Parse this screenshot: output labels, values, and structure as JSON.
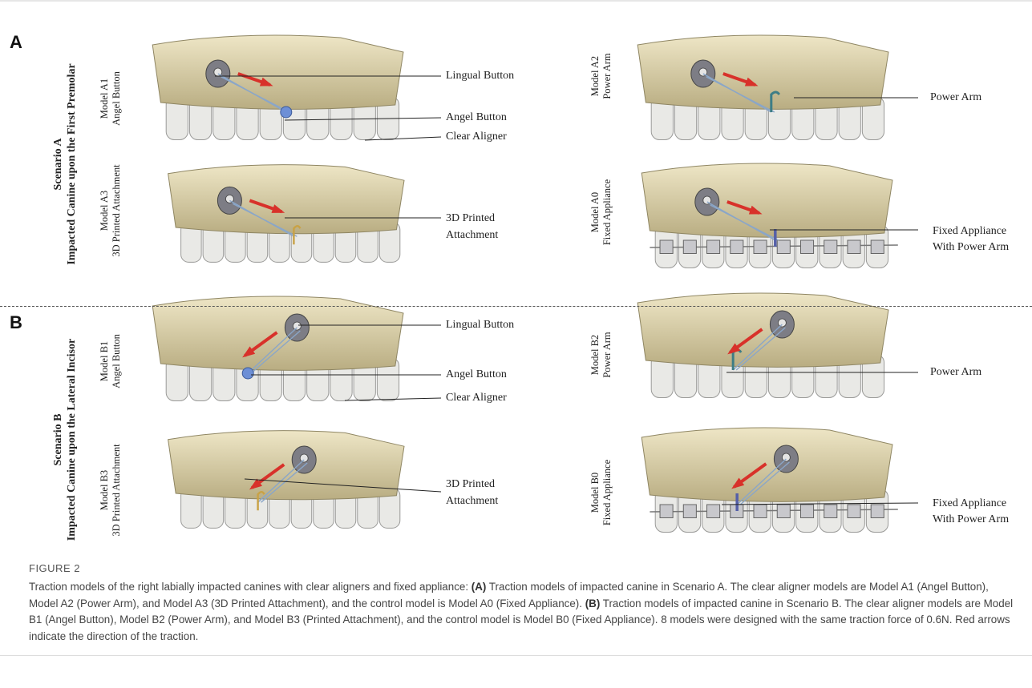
{
  "panels": {
    "a": {
      "letter": "A",
      "scenario_line1": "Scenario A",
      "scenario_line2": "Impacted Canine upon the First Premolar"
    },
    "b": {
      "letter": "B",
      "scenario_line1": "Scenario B",
      "scenario_line2": "Impacted Canine upon the Lateral Incisor"
    }
  },
  "models": {
    "a1": {
      "name": "Model A1",
      "sub": "Angel Button"
    },
    "a2": {
      "name": "Model A2",
      "sub": "Power Arm"
    },
    "a3": {
      "name": "Model A3",
      "sub": "3D Printed Attachment"
    },
    "a0": {
      "name": "Model A0",
      "sub": "Fixed Appliance"
    },
    "b1": {
      "name": "Model B1",
      "sub": "Angel Button"
    },
    "b2": {
      "name": "Model B2",
      "sub": "Power Arm"
    },
    "b3": {
      "name": "Model B3",
      "sub": "3D Printed Attachment"
    },
    "b0": {
      "name": "Model B0",
      "sub": "Fixed Appliance"
    }
  },
  "labels": {
    "lingual_button": "Lingual Button",
    "angel_button": "Angel Button",
    "clear_aligner": "Clear Aligner",
    "power_arm": "Power Arm",
    "printed_attachment_line1": "3D Printed",
    "printed_attachment_line2": "Attachment",
    "fixed_appliance_line1": "Fixed Appliance",
    "fixed_appliance_line2": "With Power Arm"
  },
  "caption": {
    "title": "FIGURE 2",
    "intro": "Traction models of the right labially impacted canines with clear aligners and fixed appliance: ",
    "a_tag": "(A)",
    "a_text": " Traction models of impacted canine in Scenario A. The clear aligner models are Model A1 (Angel Button), Model A2 (Power Arm), and Model A3 (3D Printed Attachment), and the control model is Model A0 (Fixed Appliance). ",
    "b_tag": "(B)",
    "b_text": " Traction models of impacted canine in Scenario B. The clear aligner models are Model B1 (Angel Button), Model B2 (Power Arm), and Model B3 (Printed Attachment), and the control model is Model B0 (Fixed Appliance). 8 models were designed with the same traction force of 0.6N. Red arrows indicate the direction of the traction."
  },
  "colors": {
    "gum": "#d9cfa8",
    "gum_dark": "#b9ad82",
    "tooth": "#e9e9e6",
    "arrow": "#d8312a",
    "button": "#7d7d85",
    "angel": "#6d8fd6",
    "power_arm": "#3d7d86",
    "bracket": "#5560a8"
  }
}
